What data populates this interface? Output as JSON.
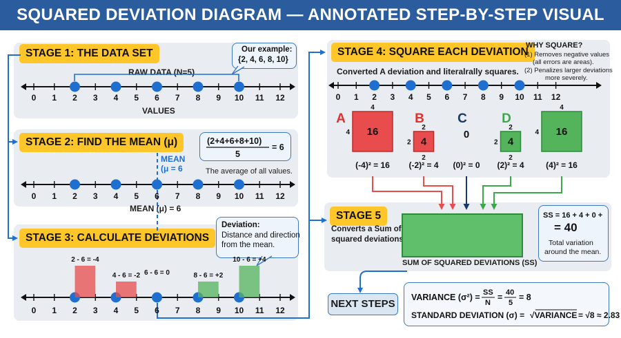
{
  "header": {
    "title": "SQUARED DEVIATION DIAGRAM — ANNOTATED STEP-BY-STEP VISUAL"
  },
  "number_line": {
    "ticks": [
      0,
      1,
      2,
      3,
      4,
      5,
      6,
      7,
      8,
      9,
      10,
      11,
      12
    ],
    "data_points": [
      2,
      4,
      6,
      8,
      10
    ],
    "mean": 6
  },
  "stage1": {
    "label": "STAGE 1: THE DATA SET",
    "raw_data": "RAW DATA (N=5)",
    "axis_label": "VALUES",
    "callout_title": "Our example:",
    "callout_values": "{2, 4, 6, 8, 10}"
  },
  "stage2": {
    "label": "STAGE 2: FIND THE MEAN (μ)",
    "formula_numerator": "(2+4+6+8+10)",
    "formula_denominator": "5",
    "formula_result": "= 6",
    "formula_note": "The average of all values.",
    "mean_tag_1": "MEAN",
    "mean_tag_2": "(μ = 6",
    "axis_label": "MEAN (μ) = 6"
  },
  "stage3": {
    "label": "STAGE 3: CALCULATE DEVIATIONS",
    "callout_title": "Deviation:",
    "callout_text_1": "Distance and direction",
    "callout_text_2": "from the mean.",
    "deviations": [
      {
        "x": 2,
        "dev": -4,
        "label": "2 - 6 = -4"
      },
      {
        "x": 4,
        "dev": -2,
        "label": "4 - 6 = -2"
      },
      {
        "x": 6,
        "dev": 0,
        "label": "6 - 6 = 0"
      },
      {
        "x": 8,
        "dev": 2,
        "label": "8 - 6 = +2"
      },
      {
        "x": 10,
        "dev": 4,
        "label": "10 - 6 = +4"
      }
    ]
  },
  "stage4": {
    "label": "STAGE 4: SQUARE EACH DEVIATION",
    "subtitle": "Converted A deviation and literalrally squares.",
    "why_title": "WHY SQUARE?",
    "why_1a": "(1) Removes negative values",
    "why_1b": "(all errors are areas).",
    "why_2a": "(2) Penalizes larger deviations",
    "why_2b": "more severely.",
    "squares": [
      {
        "letter": "A",
        "side": 4,
        "value": "16",
        "formula": "(-4)² = 16",
        "color": "#e84c4c",
        "letter_color": "#e03030"
      },
      {
        "letter": "B",
        "side": 2,
        "value": "4",
        "formula": "(-2)² = 4",
        "color": "#e84c4c",
        "letter_color": "#e03030"
      },
      {
        "letter": "C",
        "side": 0,
        "value": "0",
        "formula": "(0)² = 0",
        "color": "#1a3a63",
        "letter_color": "#1a3a63"
      },
      {
        "letter": "D",
        "side": 2,
        "value": "4",
        "formula": "(2)² = 4",
        "color": "#54b45c",
        "letter_color": "#3aa84a"
      },
      {
        "letter": "",
        "side": 4,
        "value": "16",
        "formula": "(4)² = 16",
        "color": "#54b45c",
        "letter_color": "#3aa84a"
      }
    ]
  },
  "stage5": {
    "label": "STAGE 5",
    "desc_1": "Converts a Sum of",
    "desc_2": "squared deviations",
    "box_label": "SUM OF SQUARED DEVIATIONS (SS)",
    "ss_line": "SS = 16 + 4 + 0 +",
    "ss_result": "= 40",
    "ss_note_1": "Total variation",
    "ss_note_2": "around the mean."
  },
  "next_steps": {
    "label": "NEXT STEPS",
    "variance_prefix": "VARIANCE (σ²) =",
    "variance_num_1": "SS",
    "variance_den_1": "N",
    "variance_num_2": "40",
    "variance_den_2": "5",
    "variance_result": "= 8",
    "sd_prefix": "STANDARD DEVIATION (σ) =",
    "sd_radical": "√VARIANCE",
    "sd_result": "= √8 ≈ 2.83"
  },
  "colors": {
    "header": "#2b5d9e",
    "accent_blue": "#1f6fd1",
    "panel": "#e9ecf1",
    "stage_label": "#ffc629",
    "negative": "#e84c4c",
    "positive": "#54b45c",
    "zero": "#1a3a63"
  }
}
